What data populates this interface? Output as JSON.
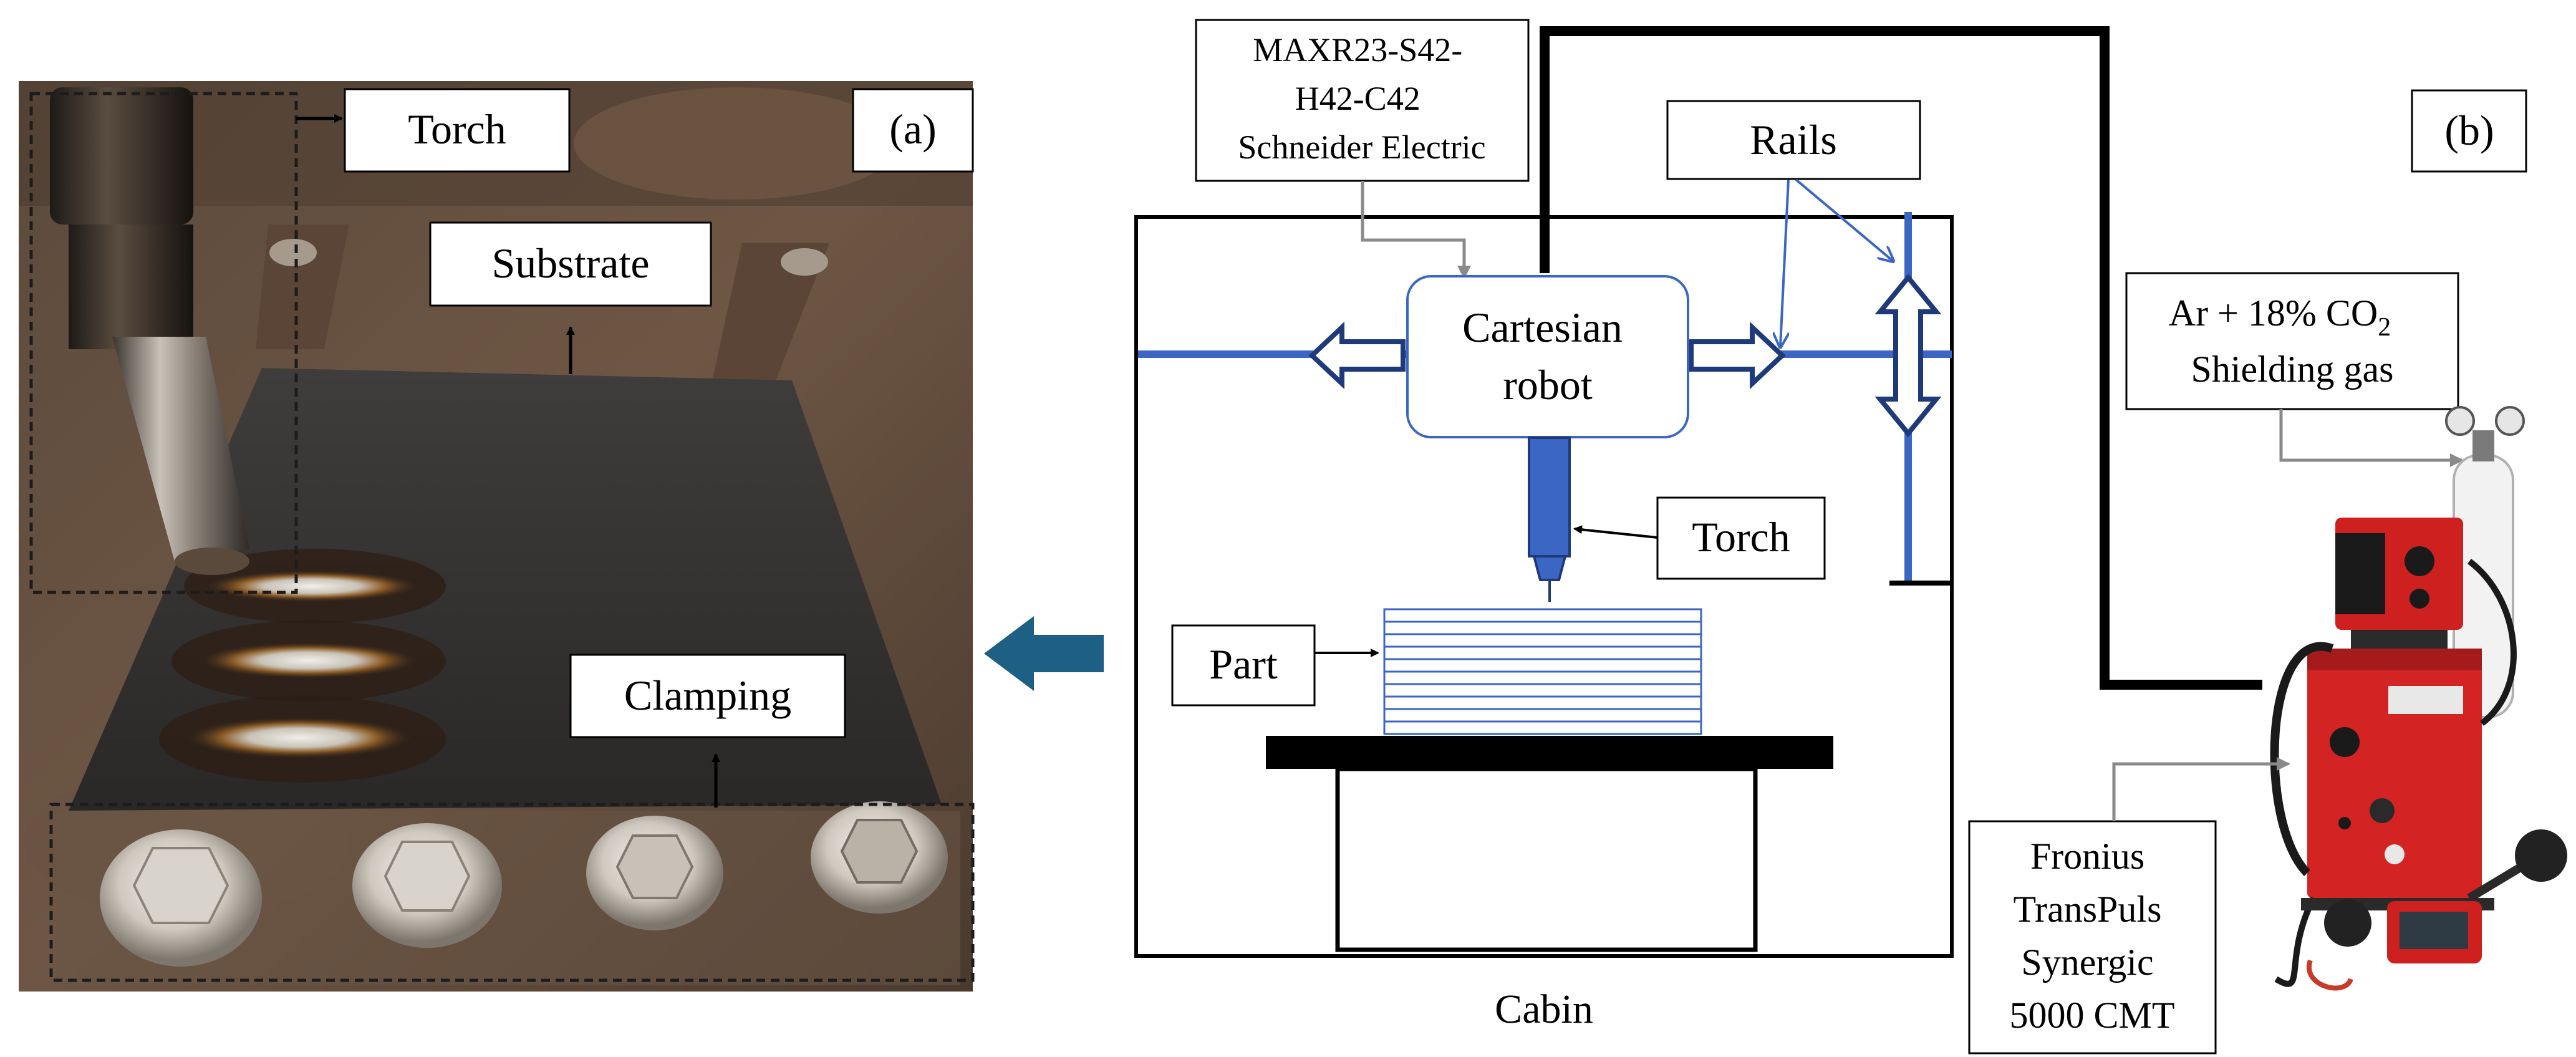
{
  "panel_a": {
    "tag": "(a)",
    "labels": {
      "torch": "Torch",
      "substrate": "Substrate",
      "clamping": "Clamping"
    }
  },
  "panel_b": {
    "tag": "(b)",
    "controller": [
      "MAXR23-S42-",
      "H42-C42",
      "Schneider Electric"
    ],
    "rails": "Rails",
    "robot": [
      "Cartesian",
      "robot"
    ],
    "torch": "Torch",
    "part": "Part",
    "cabin": "Cabin",
    "gas": {
      "mix_prefix": "Ar + 18% CO",
      "mix_subscript": "2",
      "line2": "Shielding gas"
    },
    "welder": [
      "Fronius",
      "TransPuls",
      "Synergic",
      "5000 CMT"
    ]
  },
  "colors": {
    "rail_blue": "#3b66c4",
    "arrow_teal": "#1e5f86",
    "machine_red": "#cf2020"
  }
}
